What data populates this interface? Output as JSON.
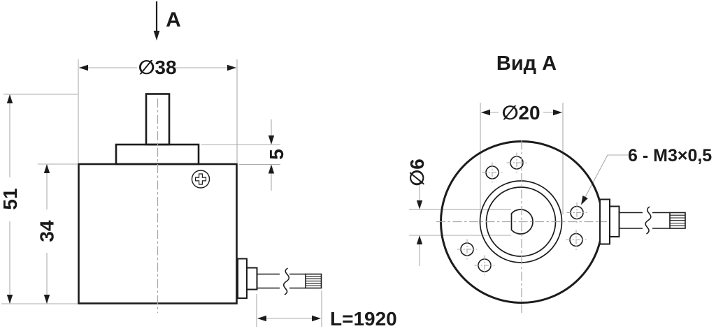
{
  "colors": {
    "line": "#1c1c1c",
    "dim": "#ababab",
    "centerline": "#a5a5a5",
    "text": "#1a1a1a",
    "bg": "#ffffff"
  },
  "side_view": {
    "arrow_label": "А",
    "dim_width": "∅38",
    "dim_total_height": "51",
    "dim_body_height": "34",
    "dim_flange_height": "5",
    "dim_cable_length": "L=1920"
  },
  "view_a": {
    "title": "Вид А",
    "dim_flange_dia": "∅20",
    "dim_shaft_dia": "∅6",
    "holes_callout": "6 - М3×0,5"
  }
}
